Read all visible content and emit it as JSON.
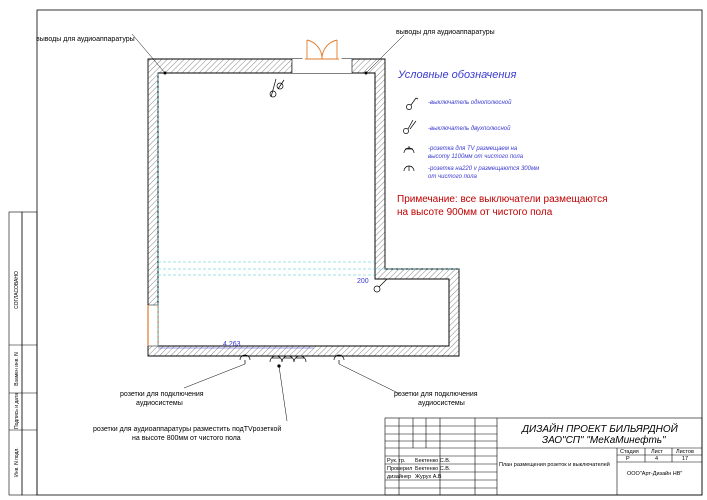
{
  "labels": {
    "outlet_top_left": "выводы для аудиоаппаратуры",
    "outlet_top_right": "выводы для аудиоаппаратуры",
    "sockets_audio_left_1": "розетки для подключения",
    "sockets_audio_left_2": "аудиосистемы",
    "sockets_audio_right_1": "розетки для подключения",
    "sockets_audio_right_2": "аудиосистемы",
    "sockets_tv_1": "розетки для аудиоаппаратуры разместить подTVрозеткой",
    "sockets_tv_2": "на высоте 800мм от чистого пола"
  },
  "legend": {
    "title": "Условные обозначения",
    "items": [
      {
        "icon": "single-switch-icon",
        "lines": [
          "-выключатель однополюсной"
        ]
      },
      {
        "icon": "double-switch-icon",
        "lines": [
          "-выключатель двухполюсной"
        ]
      },
      {
        "icon": "tv-socket-icon",
        "lines": [
          "-розетка для TV   размещаем на",
          "высоту 1100мм от чистого пола"
        ]
      },
      {
        "icon": "socket-220-icon",
        "lines": [
          "-розетка на220 v размещаются  300мм",
          "от чистого пола"
        ]
      }
    ]
  },
  "note": {
    "line1": "Примечание: все выключатели размещаются",
    "line2": "на высоте 900мм от чистого пола"
  },
  "dimensions": {
    "width_label": "4 263",
    "height_label": "200"
  },
  "title_block": {
    "project_line1": "ДИЗАЙН ПРОЕКТ БИЛЬЯРДНОЙ",
    "project_line2": "ЗАО\"СП\" \"МеКаМинефть\"",
    "sheet_title": "План размещения розеток и выключателей",
    "stage_header": "Стадия",
    "sheet_header": "Лист",
    "sheets_header": "Листов",
    "stage": "Р",
    "sheet": "4",
    "sheets": "17",
    "company": "ООО\"Арт-Дизайн НВ\"",
    "roles": [
      {
        "role": "Рук. гр.",
        "name": "Бектенко С.В."
      },
      {
        "role": "Проверил",
        "name": "Бектенко С.В."
      },
      {
        "role": "дизайнер",
        "name": "Журух А.В"
      }
    ]
  },
  "side_stamp": {
    "agreed": "СОГЛАСОВАНО",
    "inv_replace": "Взамен инв. N",
    "sign_date": "Подпись и дата",
    "inv_orig": "Инв. N подл."
  }
}
